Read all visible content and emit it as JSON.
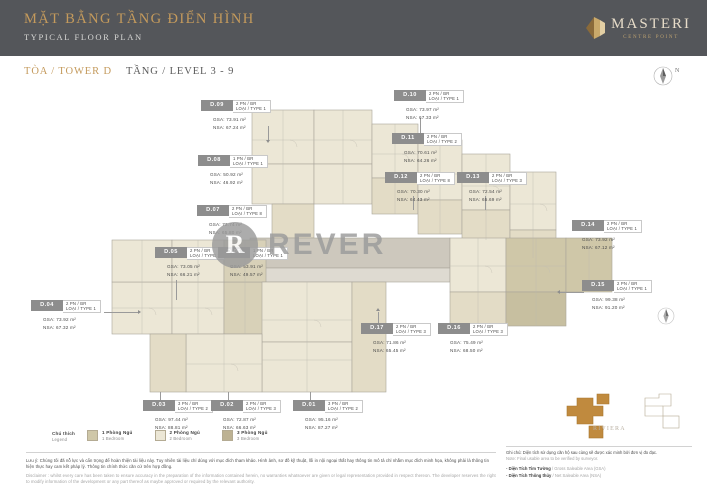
{
  "header": {
    "title_vn": "MẶT BẰNG TẦNG ĐIỂN HÌNH",
    "title_en": "TYPICAL FLOOR PLAN",
    "logo_main": "MASTERI",
    "logo_sub": "CENTRE POINT"
  },
  "subtitle": {
    "tower": "TÒA / TOWER D",
    "level": "TẦNG / LEVEL 3 - 9"
  },
  "watermark": {
    "badge": "R",
    "text": "REVER"
  },
  "compass": {
    "north": "N"
  },
  "keyplan": {
    "label": "RIVIERA"
  },
  "units": [
    {
      "code": "D.09",
      "beds": "2 PN / BR",
      "type": "LOẠI / TYPE 1",
      "gsa": "GSA: 73.91 m²",
      "nsa": "NSA: 67.24 m²"
    },
    {
      "code": "D.10",
      "beds": "2 PN / BR",
      "type": "LOẠI / TYPE 1",
      "gsa": "GSA: 73.97 m²",
      "nsa": "NSA: 67.33 m²"
    },
    {
      "code": "D.08",
      "beds": "1 PN / BR",
      "type": "LOẠI / TYPE 1",
      "gsa": "GSA: 50.92 m²",
      "nsa": "NSA: 46.92 m²"
    },
    {
      "code": "D.11",
      "beds": "2 PN / BR",
      "type": "LOẠI / TYPE 2",
      "gsa": "GSA: 70.61 m²",
      "nsa": "NSA: 64.26 m²"
    },
    {
      "code": "D.12",
      "beds": "2 PN / BR",
      "type": "LOẠI / TYPE 8",
      "gsa": "GSA: 70.30 m²",
      "nsa": "NSA: 64.43 m²"
    },
    {
      "code": "D.13",
      "beds": "2 PN / BR",
      "type": "LOẠI / TYPE 3",
      "gsa": "GSA: 72.54 m²",
      "nsa": "NSA: 65.69 m²"
    },
    {
      "code": "D.07",
      "beds": "2 PN / BR",
      "type": "LOẠI / TYPE 8",
      "gsa": "GSA: 72.74 m²",
      "nsa": "NSA: 65.80 m²"
    },
    {
      "code": "D.14",
      "beds": "2 PN / BR",
      "type": "LOẠI / TYPE 1",
      "gsa": "GSA: 73.92 m²",
      "nsa": "NSA: 67.12 m²"
    },
    {
      "code": "D.05",
      "beds": "2 PN / BR",
      "type": "LOẠI / TYPE 3",
      "gsa": "GSA: 73.05 m²",
      "nsa": "NSA: 66.21 m²"
    },
    {
      "code": "D.06",
      "beds": "1 PN / BR",
      "type": "LOẠI / TYPE 1",
      "gsa": "GSA: 53.91 m²",
      "nsa": "NSA: 49.57 m²"
    },
    {
      "code": "D.15",
      "beds": "2 PN / BR",
      "type": "LOẠI / TYPE 1",
      "gsa": "GSA: 99.38 m²",
      "nsa": "NSA: 91.20 m²"
    },
    {
      "code": "D.04",
      "beds": "2 PN / BR",
      "type": "LOẠI / TYPE 1",
      "gsa": "GSA: 73.92 m²",
      "nsa": "NSA: 67.32 m²"
    },
    {
      "code": "D.17",
      "beds": "2 PN / BR",
      "type": "LOẠI / TYPE 3",
      "gsa": "GSA: 71.86 m²",
      "nsa": "NSA: 65.45 m²"
    },
    {
      "code": "D.16",
      "beds": "2 PN / BR",
      "type": "LOẠI / TYPE 3",
      "gsa": "GSA: 75.49 m²",
      "nsa": "NSA: 68.50 m²"
    },
    {
      "code": "D.03",
      "beds": "3 PN / BR",
      "type": "LOẠI / TYPE 2",
      "gsa": "GSA: 97.44 m²",
      "nsa": "NSA: 88.81 m²"
    },
    {
      "code": "D.02",
      "beds": "2 PN / BR",
      "type": "LOẠI / TYPE 3",
      "gsa": "GSA: 72.87 m²",
      "nsa": "NSA: 66.63 m²"
    },
    {
      "code": "D.01",
      "beds": "3 PN / BR",
      "type": "LOẠI / TYPE 2",
      "gsa": "GSA: 95.16 m²",
      "nsa": "NSA: 87.27 m²"
    }
  ],
  "legend": {
    "title_vn": "Chú thích",
    "title_en": "Legend",
    "items": [
      {
        "vn": "1 Phòng Ngủ",
        "en": "1 Bedroom",
        "color": "#cfc7a8"
      },
      {
        "vn": "2 Phòng Ngủ",
        "en": "2 Bedroom",
        "color": "#ece7d6"
      },
      {
        "vn": "3 Phòng Ngủ",
        "en": "3 Bedroom",
        "color": "#bdb293"
      }
    ]
  },
  "disclaimer": {
    "vn": "Lưu ý: Chúng tôi đã nỗ lực và cẩn trọng để hoàn thiện tài liệu này. Tuy nhiên tài liệu chỉ dùng với mục đích tham khảo. Hình ảnh, sơ đồ kỹ thuật, lối in nội ngoại thất hay thông tin mô tả chỉ nhằm mục đích minh họa, không phải là thông tin hiện thực hay cam kết pháp lý. Thông tin chính thức căn cứ trên hợp đồng.",
    "en": "Disclaimer : whilst every care has been taken to ensure accuracy in the preparation of the information contained herein, no warranties whatsoever are given or legal representation provided in respect thereon. The developer reserves the right to modify information of the development or any part thereof as maybe approved or required by the relevant authority."
  },
  "note": {
    "vn": "Ghi chú: Diện tích sử dụng căn hộ sau cùng sẽ được xác minh bởi đơn vị đo đạc.",
    "en": "Note: Final usable area to be verified by surveyor.",
    "rows": [
      {
        "vn": "Diện Tích Tim Tường",
        "en": "/  Gross Saleable Area (GSA)"
      },
      {
        "vn": "Diện Tích Thông thủy",
        "en": "/  Net Saleable Area (NSA)"
      }
    ]
  }
}
